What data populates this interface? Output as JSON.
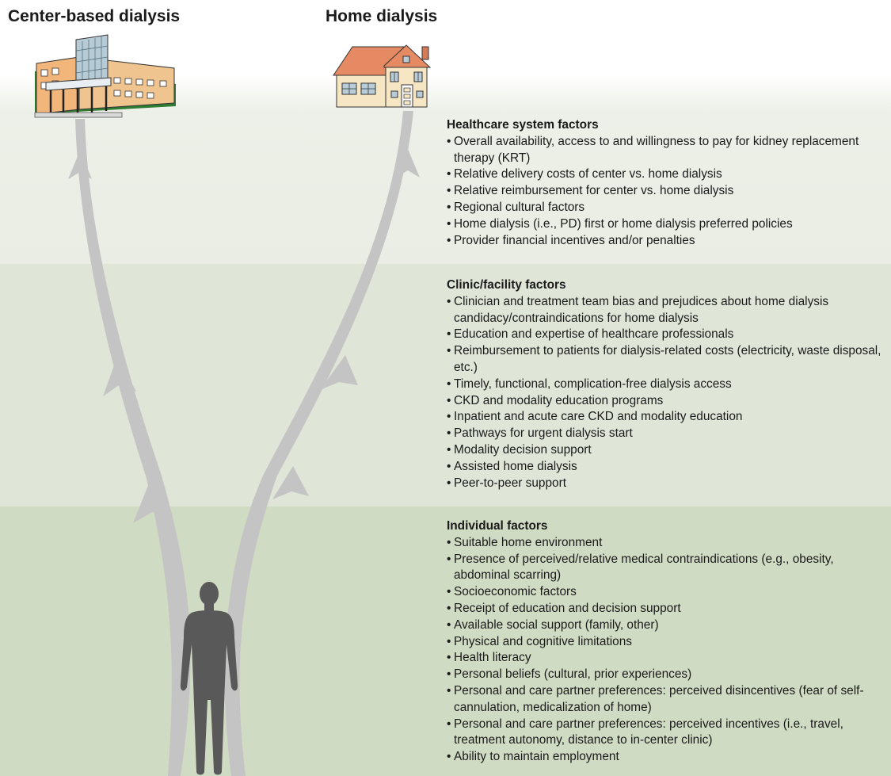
{
  "paths": {
    "center": {
      "label": "Center-based dialysis",
      "icon": "hospital-icon"
    },
    "home": {
      "label": "Home dialysis",
      "icon": "house-icon"
    },
    "origin": {
      "icon": "person-silhouette-icon"
    }
  },
  "colors": {
    "arrow": "#c4c4c4",
    "band_system": "#e9ede3",
    "band_clinic": "#dfe6d7",
    "band_individual": "#d0dbc4",
    "person": "#595959"
  },
  "factor_groups": [
    {
      "title": "Healthcare system factors",
      "items": [
        "Overall availability, access to and willingness to pay for kidney replacement therapy (KRT)",
        "Relative delivery costs of center vs. home dialysis",
        "Relative reimbursement for center vs. home dialysis",
        "Regional cultural factors",
        "Home dialysis (i.e., PD) first or home dialysis preferred policies",
        "Provider financial incentives and/or penalties"
      ]
    },
    {
      "title": "Clinic/facility factors",
      "items": [
        "Clinician and treatment team bias and prejudices about home dialysis candidacy/contraindications for home dialysis",
        "Education and expertise of healthcare professionals",
        "Reimbursement to patients for dialysis-related costs (electricity, waste disposal, etc.)",
        "Timely, functional, complication-free dialysis access",
        "CKD and modality education programs",
        "Inpatient and acute care CKD and modality education",
        "Pathways for urgent dialysis start",
        "Modality decision support",
        "Assisted home dialysis",
        "Peer-to-peer support"
      ]
    },
    {
      "title": "Individual factors",
      "items": [
        "Suitable home environment",
        "Presence of perceived/relative medical contraindications (e.g., obesity, abdominal scarring)",
        "Socioeconomic factors",
        "Receipt of education and decision support",
        "Available social support (family, other)",
        "Physical and cognitive limitations",
        "Health literacy",
        "Personal beliefs (cultural, prior experiences)",
        "Personal and care partner preferences: perceived disincentives (fear of self-cannulation, medicalization of home)",
        "Personal and care partner preferences: perceived incentives (i.e., travel, treatment autonomy, distance to in-center clinic)",
        "Ability to maintain employment"
      ]
    }
  ]
}
